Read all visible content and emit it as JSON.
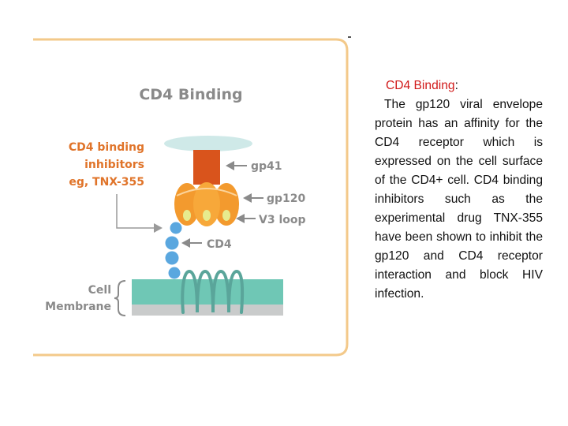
{
  "diagram": {
    "title": "CD4 Binding",
    "inhibitor_label_lines": [
      "CD4 binding",
      "inhibitors",
      "eg, TNX-355"
    ],
    "labels": {
      "gp41": "gp41",
      "gp120": "gp120",
      "v3_loop": "V3 loop",
      "cd4": "CD4",
      "cell": "Cell",
      "membrane": "Membrane"
    },
    "colors": {
      "frame": "#f3c98a",
      "orange_label": "#e0742a",
      "gray_label": "#8a8a8a",
      "gp41": "#d9541c",
      "gp120": "#f39a2e",
      "v3_loop": "#e7ec8e",
      "cd4": "#5aa7df",
      "membrane": "#6fc7b5",
      "receptor": "#5aa59a",
      "envelope_disc": "#cfe9e8"
    }
  },
  "text": {
    "heading": "CD4 Binding",
    "heading_colon": ":",
    "body": "The gp120 viral envelope protein has an affinity for the CD4 receptor which is expressed on the cell surface of the CD4+ cell. CD4 binding inhibitors such as the experimental drug TNX-355 have been shown to inhibit the gp120 and CD4 receptor interaction and block HIV infection.",
    "heading_color": "#d11a1a"
  }
}
